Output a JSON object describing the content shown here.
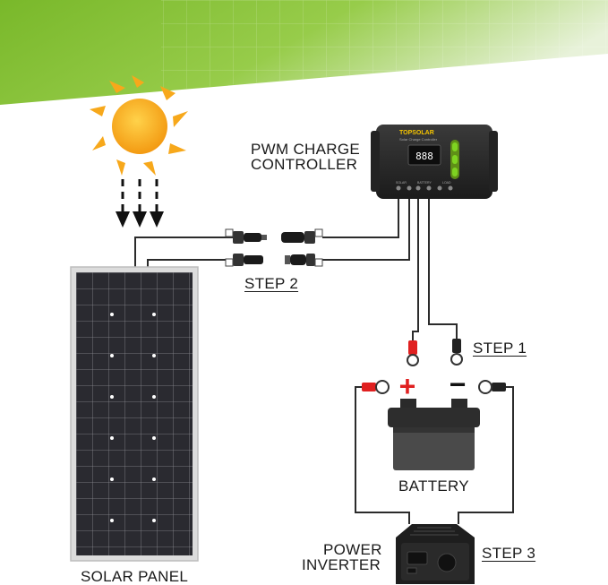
{
  "labels": {
    "controller_line1": "PWM CHARGE",
    "controller_line2": "CONTROLLER",
    "step1": "STEP 1",
    "step2": "STEP 2",
    "step3": "STEP 3",
    "battery": "BATTERY",
    "inverter_line1": "POWER",
    "inverter_line2": "INVERTER",
    "solar_panel": "SOLAR PANEL"
  },
  "controller": {
    "brand": "TOPSOLAR",
    "subtitle": "Solar Charge Controller",
    "display": "888",
    "ports": [
      "SOLAR",
      "BATTERY",
      "LOAD"
    ]
  },
  "battery": {
    "plus": "+",
    "minus": "−"
  },
  "colors": {
    "green_banner": "#8cc63f",
    "wire": "#2b2b2b",
    "positive": "#e02020",
    "button_green": "#7ed321",
    "sun": "#f7a81b"
  },
  "icons": [
    "sun-icon",
    "sunlight-arrows-icon",
    "mc4-connector-icon",
    "ring-terminal-icon"
  ]
}
